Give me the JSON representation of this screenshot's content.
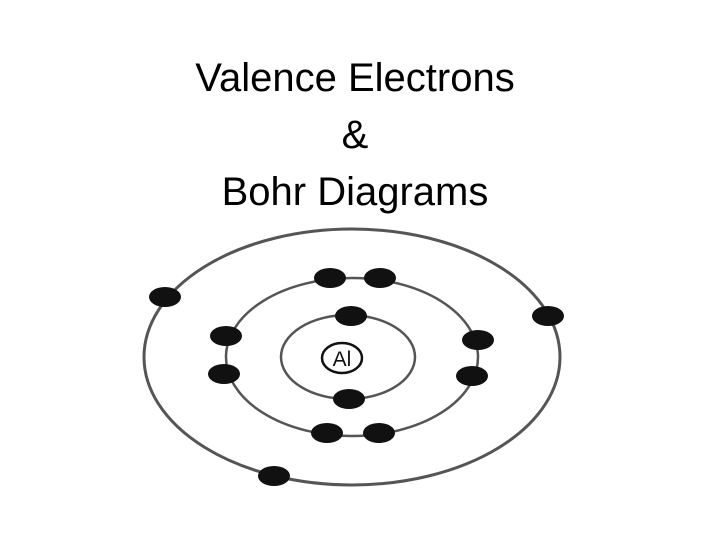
{
  "slide": {
    "title_lines": [
      "Valence Electrons",
      "&",
      "Bohr Diagrams"
    ]
  },
  "diagram": {
    "type": "bohr-model",
    "nucleus_label": "Al",
    "shells": [
      {
        "name": "shell-1",
        "electron_count": 2
      },
      {
        "name": "shell-2",
        "electron_count": 8
      },
      {
        "name": "shell-3",
        "electron_count": 3
      }
    ],
    "colors": {
      "background": "#ffffff",
      "ink": "#111111",
      "orbit": "#555555"
    }
  }
}
